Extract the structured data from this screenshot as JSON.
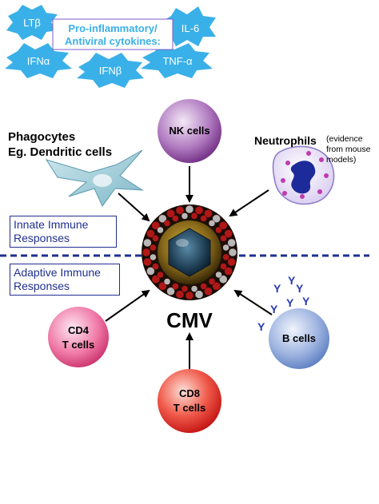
{
  "cytokines": {
    "header_line1": "Pro-inflammatory/",
    "header_line2": "Antiviral cytokines:",
    "items": [
      {
        "label": "LTβ"
      },
      {
        "label": "IL-6"
      },
      {
        "label": "IFNα"
      },
      {
        "label": "IFNβ"
      },
      {
        "label": "TNF-α"
      }
    ],
    "color": "#3ab0e8"
  },
  "center": {
    "label": "CMV"
  },
  "innate": {
    "line1": "Innate Immune",
    "line2": "Responses"
  },
  "adaptive": {
    "line1": "Adaptive Immune",
    "line2": "Responses"
  },
  "phagocytes": {
    "line1": "Phagocytes",
    "line2": "Eg. Dendritic cells"
  },
  "nk": {
    "label": "NK cells",
    "color": "#8a3d9a"
  },
  "neutrophils": {
    "label": "Neutrophils",
    "note_line1": "(evidence",
    "note_line2": "from mouse",
    "note_line3": "models)"
  },
  "cd4": {
    "line1": "CD4",
    "line2": "T cells",
    "color": "#e84a8a"
  },
  "cd8": {
    "line1": "CD8",
    "line2": "T cells",
    "color": "#e02020"
  },
  "bcells": {
    "label": "B cells",
    "color": "#6a8fd0"
  },
  "antibody_glyph": "Y"
}
